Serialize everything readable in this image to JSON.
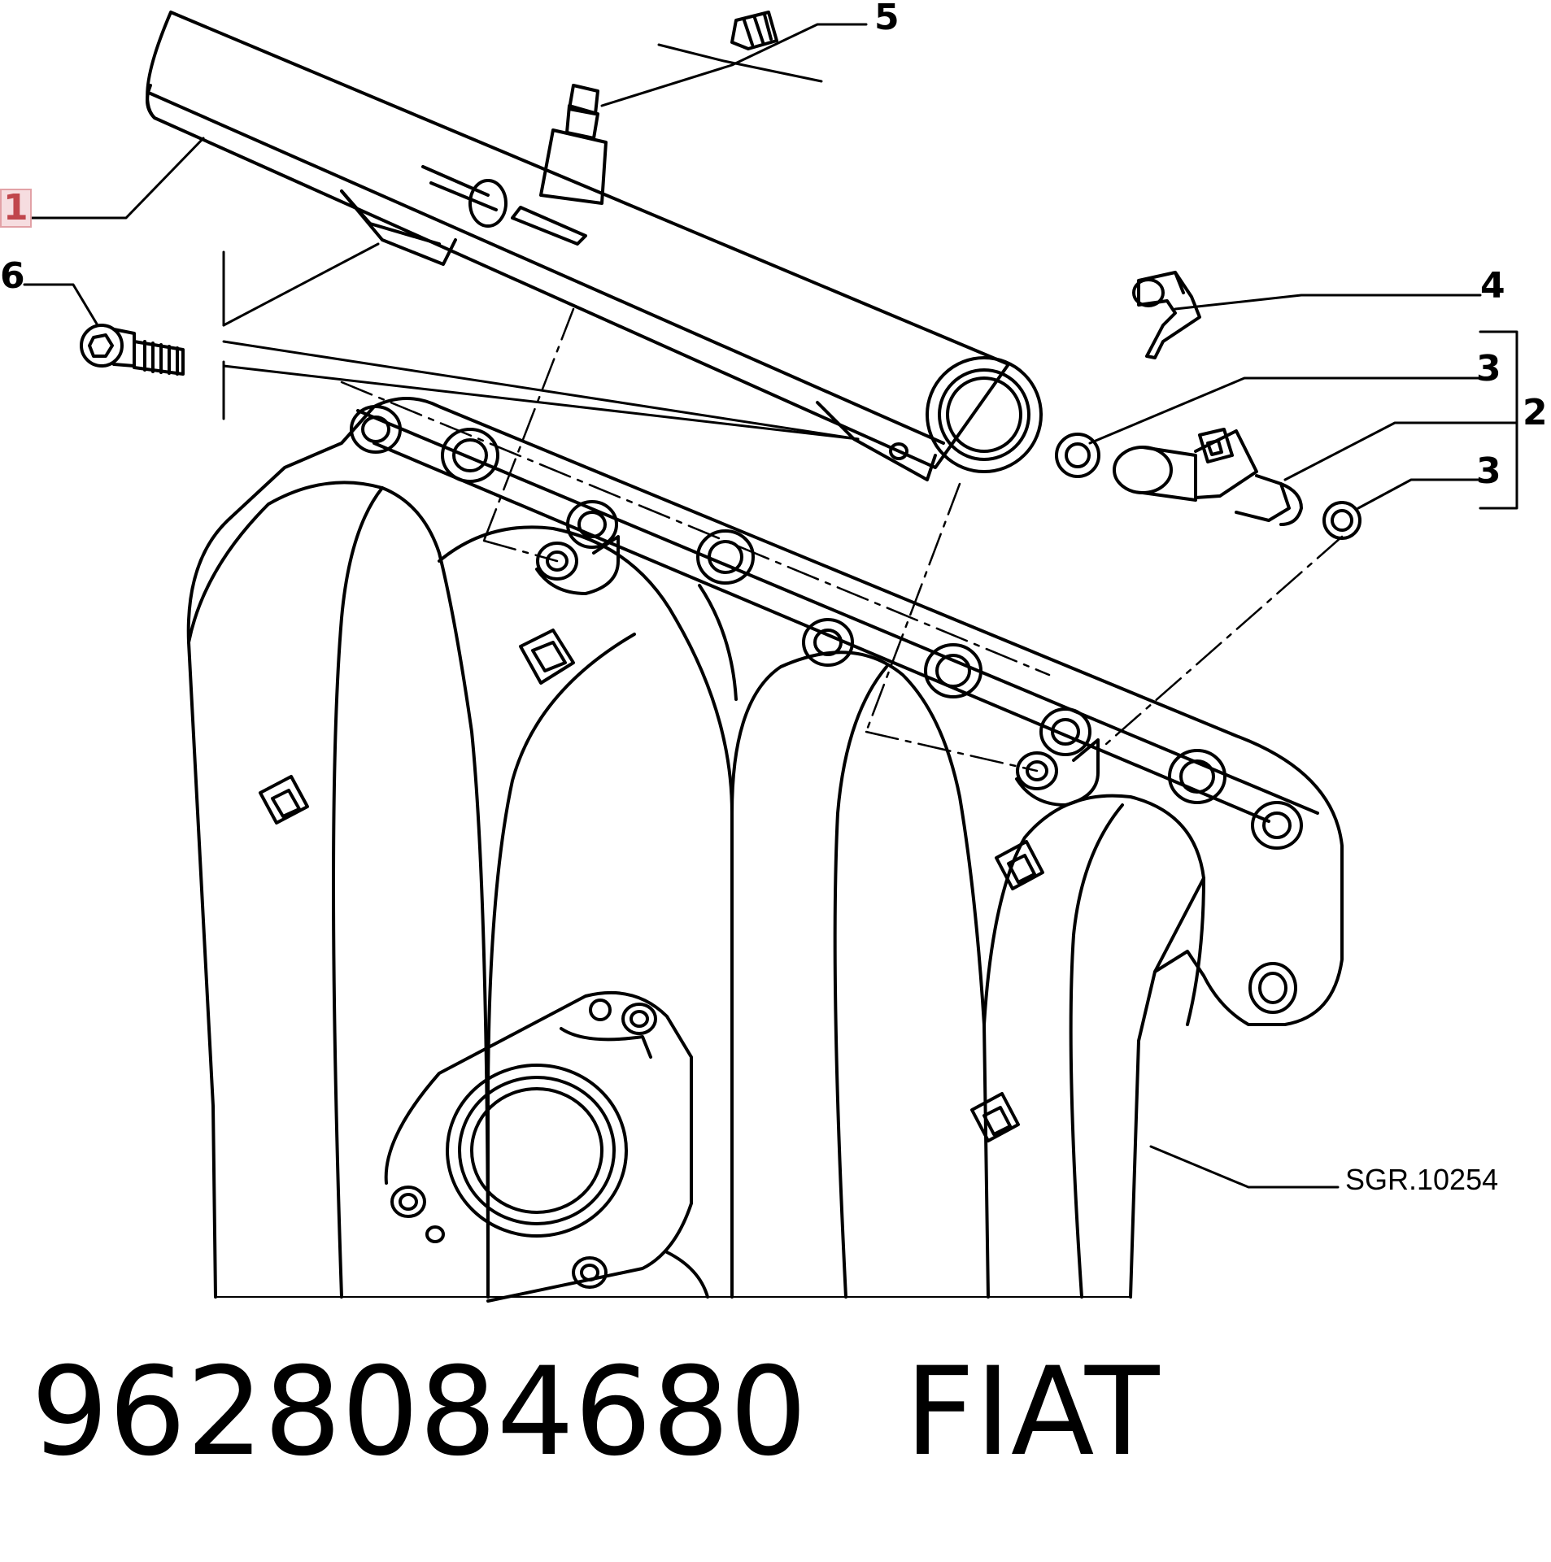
{
  "callouts": {
    "c1": "1",
    "c2": "2",
    "c3a": "3",
    "c3b": "3",
    "c4": "4",
    "c5": "5",
    "c6": "6"
  },
  "drawing_ref": "SGR.10254",
  "footer": {
    "part_number": "9628084680",
    "brand": "FIAT"
  },
  "colors": {
    "line": "#000000",
    "highlight_text": "#c0464c",
    "highlight_bg": "#f6dde0"
  }
}
